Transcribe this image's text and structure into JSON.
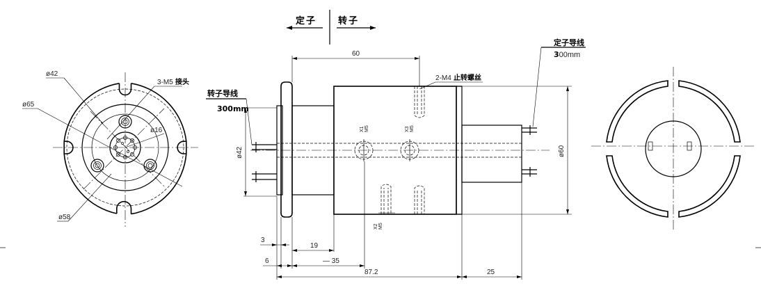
{
  "header": {
    "stator_label": "定子",
    "rotor_label": "转子"
  },
  "left_view": {
    "d42": "ø42",
    "d65": "ø65",
    "d58": "ø58",
    "d16": "ø16",
    "thread": "3-M5",
    "thread_suffix": "接头"
  },
  "side_view": {
    "rotor_wire_label": "转子导线",
    "rotor_wire_length": "300mm",
    "stator_wire_label": "定子导线",
    "stator_wire_length_bold": "3",
    "stator_wire_length_rest": "00mm",
    "top_length": "60",
    "anti_rotation": "2-M4",
    "anti_rotation_suffix": "止转螺丝",
    "flange_dia": "ø42",
    "body_dia": "ø60",
    "x1_name": "X1",
    "x1_thread": "M5",
    "x3_name": "X3",
    "x3_thread": "M5",
    "x2_name": "X2",
    "x2_thread": "M5",
    "dim_3": "3",
    "dim_19": "19",
    "dim_6": "6",
    "dim_35": "— 35",
    "dim_87_2": "87.2",
    "dim_25": "25"
  }
}
